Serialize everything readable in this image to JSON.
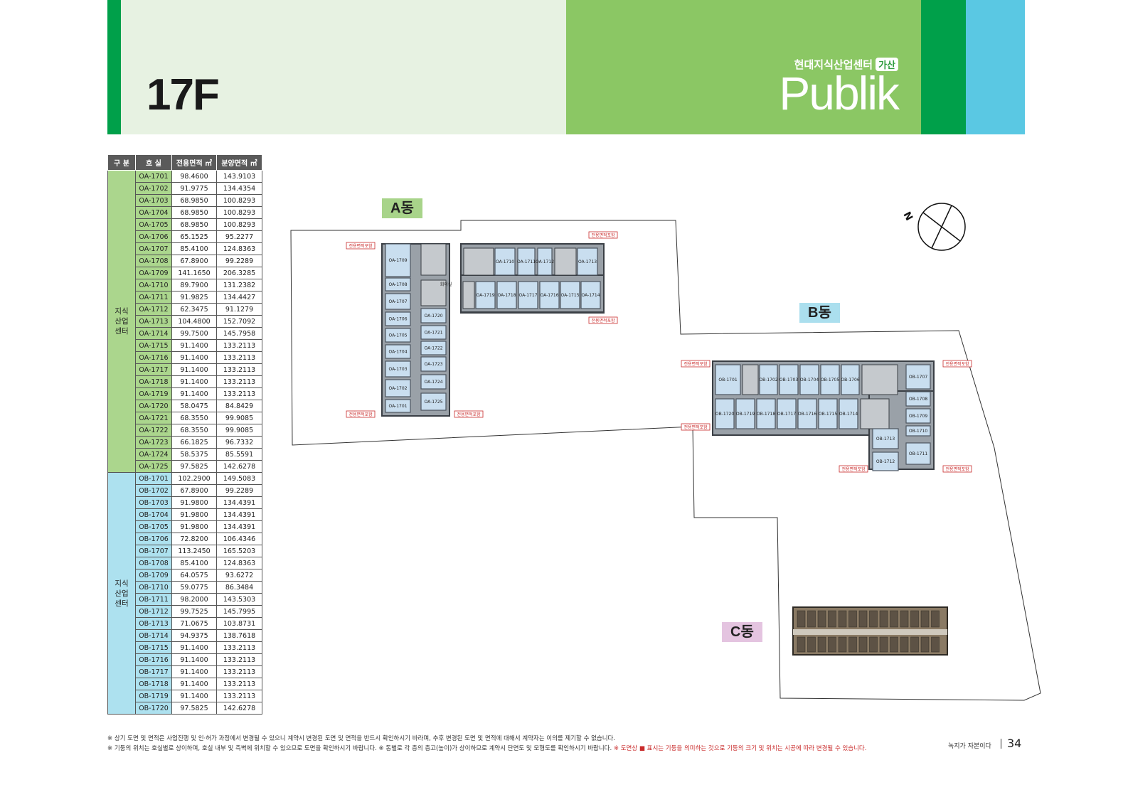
{
  "header": {
    "floor": "17F",
    "brand_sub": "현대지식산업센터",
    "brand_badge": "가산",
    "brand": "Publik"
  },
  "table": {
    "headers": [
      "구 분",
      "호 실",
      "전용면적 ㎡",
      "분양면적 ㎡"
    ],
    "category": "지식 산업 센터",
    "rows_a": [
      [
        "OA-1701",
        "98.4600",
        "143.9103"
      ],
      [
        "OA-1702",
        "91.9775",
        "134.4354"
      ],
      [
        "OA-1703",
        "68.9850",
        "100.8293"
      ],
      [
        "OA-1704",
        "68.9850",
        "100.8293"
      ],
      [
        "OA-1705",
        "68.9850",
        "100.8293"
      ],
      [
        "OA-1706",
        "65.1525",
        "95.2277"
      ],
      [
        "OA-1707",
        "85.4100",
        "124.8363"
      ],
      [
        "OA-1708",
        "67.8900",
        "99.2289"
      ],
      [
        "OA-1709",
        "141.1650",
        "206.3285"
      ],
      [
        "OA-1710",
        "89.7900",
        "131.2382"
      ],
      [
        "OA-1711",
        "91.9825",
        "134.4427"
      ],
      [
        "OA-1712",
        "62.3475",
        "91.1279"
      ],
      [
        "OA-1713",
        "104.4800",
        "152.7092"
      ],
      [
        "OA-1714",
        "99.7500",
        "145.7958"
      ],
      [
        "OA-1715",
        "91.1400",
        "133.2113"
      ],
      [
        "OA-1716",
        "91.1400",
        "133.2113"
      ],
      [
        "OA-1717",
        "91.1400",
        "133.2113"
      ],
      [
        "OA-1718",
        "91.1400",
        "133.2113"
      ],
      [
        "OA-1719",
        "91.1400",
        "133.2113"
      ],
      [
        "OA-1720",
        "58.0475",
        "84.8429"
      ],
      [
        "OA-1721",
        "68.3550",
        "99.9085"
      ],
      [
        "OA-1722",
        "68.3550",
        "99.9085"
      ],
      [
        "OA-1723",
        "66.1825",
        "96.7332"
      ],
      [
        "OA-1724",
        "58.5375",
        "85.5591"
      ],
      [
        "OA-1725",
        "97.5825",
        "142.6278"
      ]
    ],
    "rows_b": [
      [
        "OB-1701",
        "102.2900",
        "149.5083"
      ],
      [
        "OB-1702",
        "67.8900",
        "99.2289"
      ],
      [
        "OB-1703",
        "91.9800",
        "134.4391"
      ],
      [
        "OB-1704",
        "91.9800",
        "134.4391"
      ],
      [
        "OB-1705",
        "91.9800",
        "134.4391"
      ],
      [
        "OB-1706",
        "72.8200",
        "106.4346"
      ],
      [
        "OB-1707",
        "113.2450",
        "165.5203"
      ],
      [
        "OB-1708",
        "85.4100",
        "124.8363"
      ],
      [
        "OB-1709",
        "64.0575",
        "93.6272"
      ],
      [
        "OB-1710",
        "59.0775",
        "86.3484"
      ],
      [
        "OB-1711",
        "98.2000",
        "143.5303"
      ],
      [
        "OB-1712",
        "99.7525",
        "145.7995"
      ],
      [
        "OB-1713",
        "71.0675",
        "103.8731"
      ],
      [
        "OB-1714",
        "94.9375",
        "138.7618"
      ],
      [
        "OB-1715",
        "91.1400",
        "133.2113"
      ],
      [
        "OB-1716",
        "91.1400",
        "133.2113"
      ],
      [
        "OB-1717",
        "91.1400",
        "133.2113"
      ],
      [
        "OB-1718",
        "91.1400",
        "133.2113"
      ],
      [
        "OB-1719",
        "91.1400",
        "133.2113"
      ],
      [
        "OB-1720",
        "97.5825",
        "142.6278"
      ]
    ]
  },
  "plan": {
    "label_a": "A동",
    "label_b": "B동",
    "label_c": "C동",
    "compass": "N",
    "ext_tag": "전용면적포함",
    "meeting": "회의실",
    "a_col_left": [
      "OA-1709",
      "OA-1708",
      "OA-1707",
      "OA-1706",
      "OA-1705",
      "OA-1704",
      "OA-1703",
      "OA-1702",
      "OA-1701"
    ],
    "a_col_right": [
      "OA-1720",
      "OA-1721",
      "OA-1722",
      "OA-1723",
      "OA-1724",
      "OA-1725"
    ],
    "a_top": [
      "OA-1710",
      "OA-1711",
      "OA-1712",
      "OA-1713"
    ],
    "a_bottom": [
      "OA-1719",
      "OA-1718",
      "OA-1717",
      "OA-1716",
      "OA-1715",
      "OA-1714"
    ],
    "b_top": [
      "OB-1701",
      "OB-1702",
      "OB-1703",
      "OB-1704",
      "OB-1705",
      "OB-1706"
    ],
    "b_bottom": [
      "OB-1720",
      "OB-1719",
      "OB-1718",
      "OB-1717",
      "OB-1716",
      "OB-1715",
      "OB-1714"
    ],
    "b_right": [
      "OB-1707",
      "OB-1708",
      "OB-1709",
      "OB-1710",
      "OB-1711"
    ],
    "b_wing": [
      "OB-1713",
      "OB-1712"
    ]
  },
  "notes": {
    "line1": "※ 상기 도면 및 면적은 사업진행 및 인·허가 과정에서 변경될 수 있으니 계약시 변경된 도면 및 면적을 반드시 확인하시기 바라며, 추후 변경된 도면 및 면적에 대해서 계약자는 이의를 제기할 수 없습니다.",
    "line2a": "※ 기둥의 위치는 호실별로 상이하며, 호실 내부 및 측벽에 위치할 수 있으므로 도면을 확인하시기 바랍니다.  ※ 동별로 각 층의 층고(높이)가 상이하므로 계약시 단면도 및 모형도를 확인하시기 바랍니다.",
    "line2b": "※ 도면상 ■ 표시는 기둥을 의미하는 것으로 기둥의 크기 및 위치는 시공에 따라 변경될 수 있습니다."
  },
  "footer": {
    "slogan": "녹지가 자본이다",
    "page": "34"
  },
  "colors": {
    "green": "#00a04a",
    "light_green": "#8bc764",
    "cyan": "#5ac8e3",
    "unit_blue": "#c9deef",
    "red": "#c92b2b"
  }
}
